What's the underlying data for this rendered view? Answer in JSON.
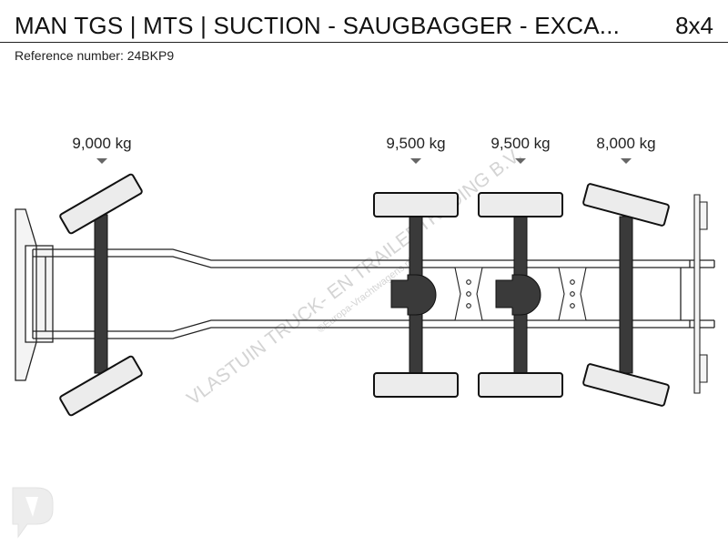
{
  "header": {
    "title": "MAN TGS | MTS | SUCTION - SAUGBAGGER - EXCA...",
    "axle_config": "8x4"
  },
  "reference": {
    "text": "Reference number: 24BKP9"
  },
  "axles": [
    {
      "weight": "9,000 kg",
      "type": "steering"
    },
    {
      "weight": "9,500 kg",
      "type": "driven"
    },
    {
      "weight": "9,500 kg",
      "type": "driven"
    },
    {
      "weight": "8,000 kg",
      "type": "steering"
    }
  ],
  "watermark": {
    "main": "VLASTUIN TRUCK- EN TRAILERTRADING B.V.",
    "sub": "©Europa-Vrachtwagens.nl"
  },
  "colors": {
    "line": "#222222",
    "frame_fill": "#ffffff",
    "tire_fill": "#ececec",
    "axle_fill": "#3a3a3a",
    "marker": "#666666",
    "watermark": "#d4d4d4"
  }
}
